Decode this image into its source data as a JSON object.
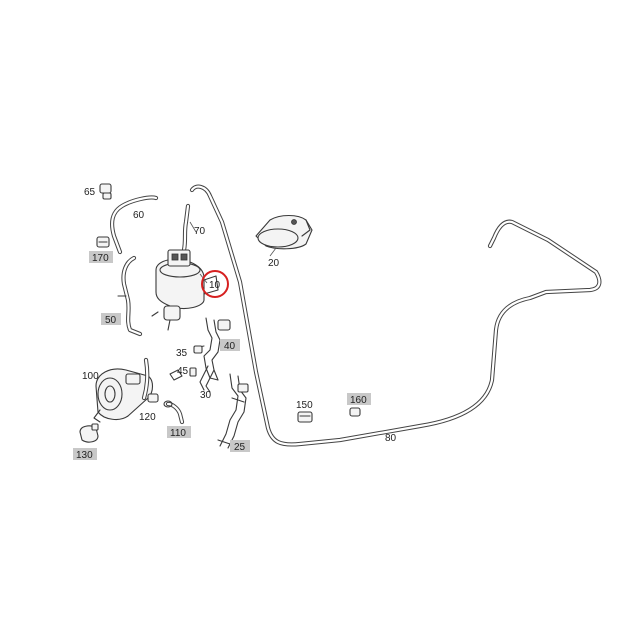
{
  "callouts": [
    {
      "id": "65",
      "boxed": false
    },
    {
      "id": "60",
      "boxed": false
    },
    {
      "id": "170",
      "boxed": true
    },
    {
      "id": "70",
      "boxed": false
    },
    {
      "id": "20",
      "boxed": false
    },
    {
      "id": "10",
      "boxed": false,
      "highlighted": true
    },
    {
      "id": "50",
      "boxed": true
    },
    {
      "id": "40",
      "boxed": true
    },
    {
      "id": "35",
      "boxed": false
    },
    {
      "id": "45",
      "boxed": false
    },
    {
      "id": "100",
      "boxed": false
    },
    {
      "id": "30",
      "boxed": false
    },
    {
      "id": "120",
      "boxed": false
    },
    {
      "id": "150",
      "boxed": false
    },
    {
      "id": "160",
      "boxed": true
    },
    {
      "id": "80",
      "boxed": false
    },
    {
      "id": "110",
      "boxed": true
    },
    {
      "id": "130",
      "boxed": true
    },
    {
      "id": "25",
      "boxed": true
    }
  ],
  "colors": {
    "highlight_ring": "#d62020",
    "label_box": "#c8c8c8",
    "line": "#3a3a3a"
  }
}
